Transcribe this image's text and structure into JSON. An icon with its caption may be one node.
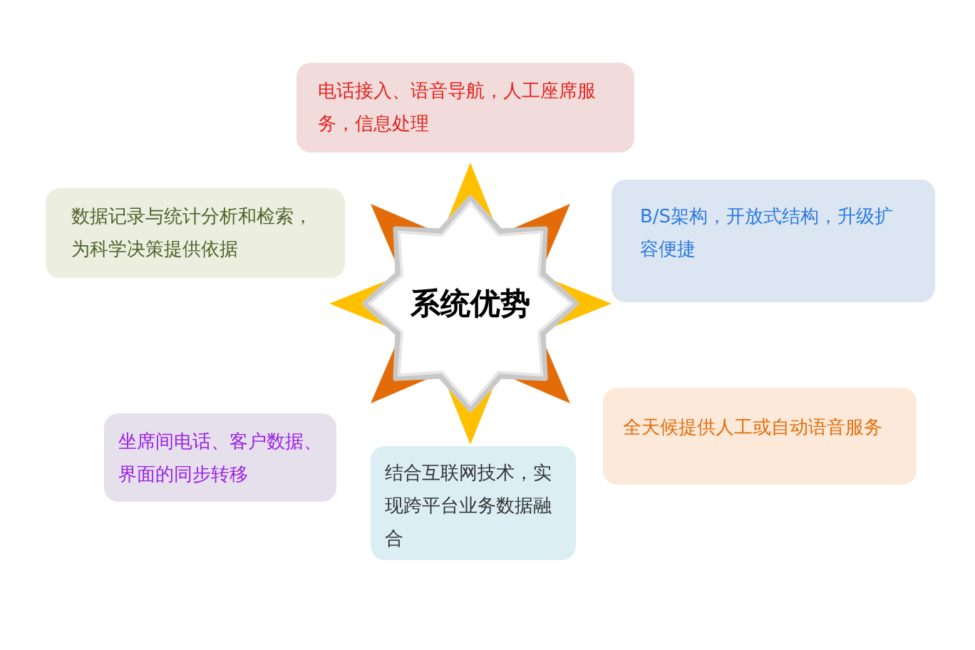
{
  "diagram": {
    "nodes": [
      {
        "text": [
          "电话接入、语音导航，人工座席服务，信息处理"
        ]
      },
      {
        "text": [
          "数据记录与统计分析和检索，为科学决策提供依据"
        ]
      },
      {
        "text": [
          "B/S架构，开放式结构，升级扩容便捷"
        ]
      },
      {
        "text": [
          "系统优势"
        ]
      },
      {
        "text": [
          "全天候提供人工或自动语音服务"
        ]
      },
      {
        "text": [
          "坐席间电话、客户数据、界面的同步转移"
        ]
      },
      {
        "text": [
          "结合互联网技术，实现跨平台业务数据融合"
        ]
      }
    ]
  }
}
